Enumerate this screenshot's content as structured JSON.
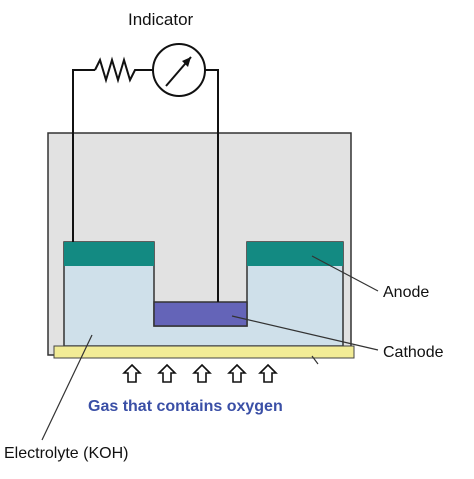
{
  "diagram": {
    "indicator_label": "Indicator",
    "anode_label": "Anode",
    "cathode_label": "Cathode",
    "gas_label": "Gas that contains oxygen",
    "electrolyte_label": "Electrolyte (KOH)"
  },
  "colors": {
    "housing": "#e2e2e2",
    "electrolyte": "#cfe0ea",
    "anode": "#138a82",
    "cathode": "#6464b8",
    "membrane": "#f2ec96",
    "wire": "#111111",
    "gas_text": "#3a4fa6"
  },
  "icons": {
    "resistor": "resistor-zigzag",
    "meter": "galvanometer-dial",
    "gas_flow": "up-arrow-outline"
  }
}
